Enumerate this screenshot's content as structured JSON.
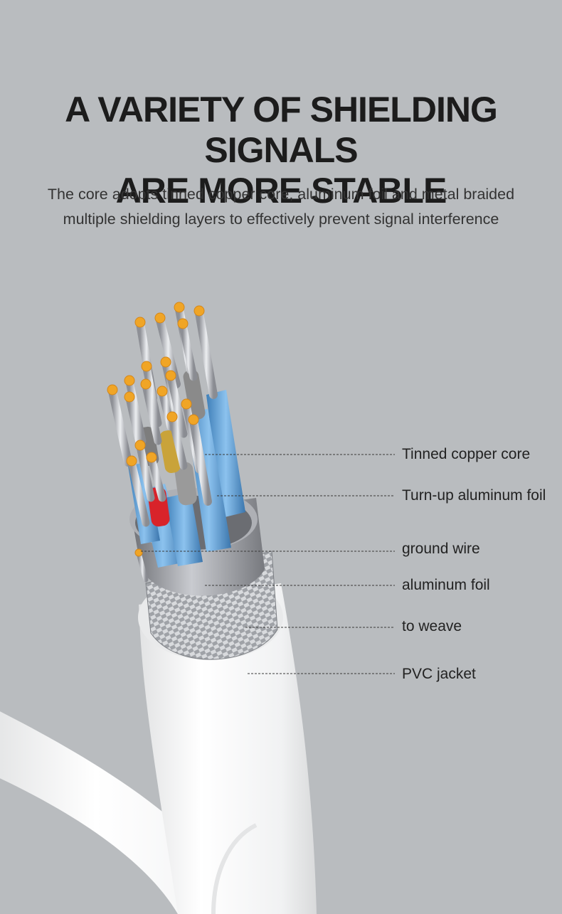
{
  "headline": {
    "line1": "A VARIETY OF SHIELDING SIGNALS",
    "line2": "ARE MORE STABLE"
  },
  "subtitle": {
    "line1": "The core adopts tinned copper core, aluminum foil and metal braided",
    "line2": "multiple shielding layers to effectively prevent signal interference"
  },
  "callouts": [
    {
      "label": "Tinned copper core"
    },
    {
      "label": "Turn-up aluminum foil"
    },
    {
      "label": "ground wire"
    },
    {
      "label": "aluminum foil"
    },
    {
      "label": "to weave"
    },
    {
      "label": "PVC jacket"
    }
  ],
  "colors": {
    "background": "#b9bcbf",
    "cable_jacket": "#f4f4f4",
    "shield_blue": "#5b9fd4",
    "copper_tip": "#f0a526",
    "insulation_red": "#d8232a",
    "insulation_gray": "#9a9a9a",
    "insulation_gold": "#c9a33a"
  }
}
